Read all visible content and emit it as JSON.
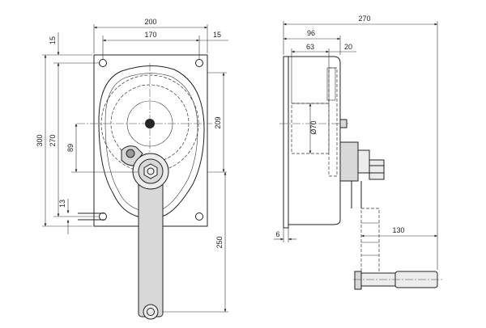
{
  "drawing": {
    "front": {
      "width_overall": "200",
      "width_holes": "170",
      "edge_right": "15",
      "edge_top": "15",
      "height_overall": "300",
      "height_holes": "270",
      "drum_to_shaft": "89",
      "bottom_hole_offset": "13",
      "drum_height": "209",
      "crank_length": "250"
    },
    "side": {
      "depth_overall": "270",
      "depth_96": "96",
      "drum_width": "63",
      "flange": "20",
      "drum_diameter": "Ø70",
      "plate_thickness": "6",
      "handle_length": "130"
    }
  }
}
